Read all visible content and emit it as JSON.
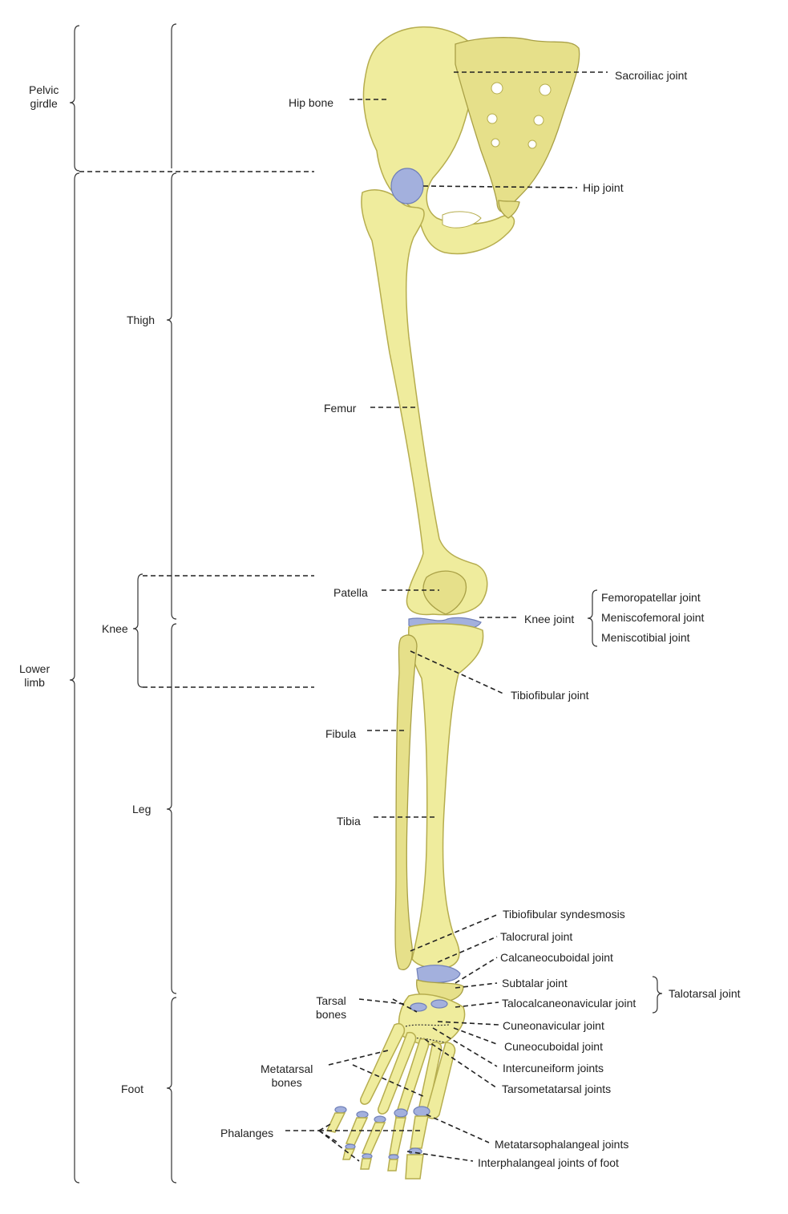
{
  "regions": {
    "pelvic_girdle": "Pelvic\ngirdle",
    "lower_limb": "Lower\nlimb",
    "thigh": "Thigh",
    "knee": "Knee",
    "leg": "Leg",
    "foot": "Foot"
  },
  "labels": {
    "hip_bone": "Hip bone",
    "sacroiliac_joint": "Sacroiliac joint",
    "hip_joint": "Hip joint",
    "femur": "Femur",
    "patella": "Patella",
    "knee_joint": "Knee joint",
    "femoropatellar_joint": "Femoropatellar joint",
    "meniscofemoral_joint": "Meniscofemoral joint",
    "meniscotibial_joint": "Meniscotibial joint",
    "tibiofibular_joint": "Tibiofibular joint",
    "fibula": "Fibula",
    "tibia": "Tibia",
    "tibiofibular_syndesmosis": "Tibiofibular syndesmosis",
    "talocrural_joint": "Talocrural joint",
    "calcaneocuboidal_joint": "Calcaneocuboidal joint",
    "subtalar_joint": "Subtalar joint",
    "talocalcaneonavicular_joint": "Talocalcaneonavicular joint",
    "talotarsal_joint": "Talotarsal joint",
    "cuneonavicular_joint": "Cuneonavicular joint",
    "cuneocuboidal_joint": "Cuneocuboidal joint",
    "intercuneiform_joints": "Intercuneiform joints",
    "tarsometatarsal_joints": "Tarsometatarsal joints",
    "metatarsophalangeal_joints": "Metatarsophalangeal joints",
    "interphalangeal_joints_of_foot": "Interphalangeal joints of foot",
    "tarsal_bones": "Tarsal\nbones",
    "metatarsal_bones": "Metatarsal\nbones",
    "phalanges": "Phalanges"
  },
  "colors": {
    "bone": "#efec9d",
    "bone_outline": "#b6ad4e",
    "joint": "#a3b0dd",
    "ink": "#222222"
  }
}
